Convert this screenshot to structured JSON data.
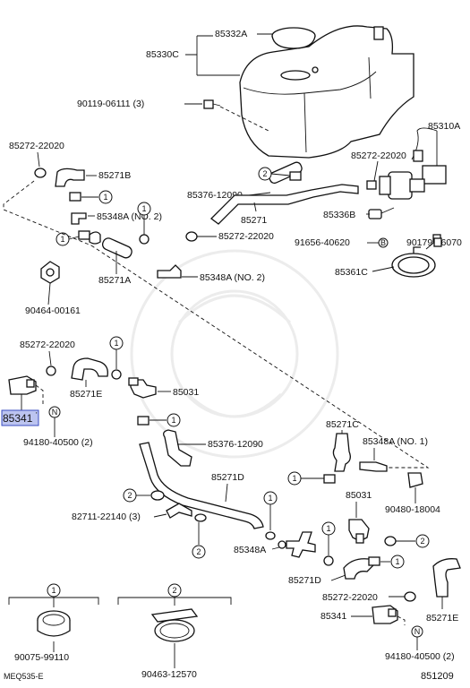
{
  "labels": {
    "tank": "85330C",
    "cap": "85332A",
    "bolt_top": "90119-06111 (3)",
    "motor": "85310A",
    "clamp_a1": "85272-22020",
    "clamp_a2": "85272-22020",
    "clamp_a3": "85272-22020",
    "clamp_a4": "85272-22020",
    "clamp_a5": "85272-22020",
    "hose_b": "85271B",
    "hose_12090_top": "85376-12090",
    "hose_main": "85271",
    "joint_2": "85348A (NO. 2)",
    "joint_2b": "85348A (NO. 2)",
    "joint_1": "85348A (NO. 1)",
    "joint_a": "85348A",
    "hose_a": "85271A",
    "clip_00161": "90464-00161",
    "grommet_40620": "91656-40620",
    "nut_06070": "90179-06070",
    "bracket": "85361C",
    "fitting_b": "85336B",
    "hose_e1": "85271E",
    "hose_e2": "85271E",
    "nozzle_1": "85031",
    "nozzle_2": "85031",
    "hose_12090_mid": "85376-12090",
    "hose_d1": "85271D",
    "hose_d2": "85271D",
    "hose_c": "85271C",
    "nozzle_assy_hl": "85341",
    "nozzle_assy_2": "85341",
    "gasket_1": "94180-40500 (2)",
    "gasket_2": "94180-40500 (2)",
    "clip_18004": "90480-18004",
    "clamp_22140": "82711-22140 (3)",
    "clamp_legend_1": "90075-99110",
    "clamp_legend_2": "90463-12570",
    "diagram_code": "MEQ535-E",
    "drawing_no": "851209"
  },
  "ref_marks": {
    "one": "1",
    "two": "2",
    "b": "B",
    "n": "N"
  },
  "colors": {
    "highlight": "#bcc4f0",
    "line": "#111111"
  }
}
